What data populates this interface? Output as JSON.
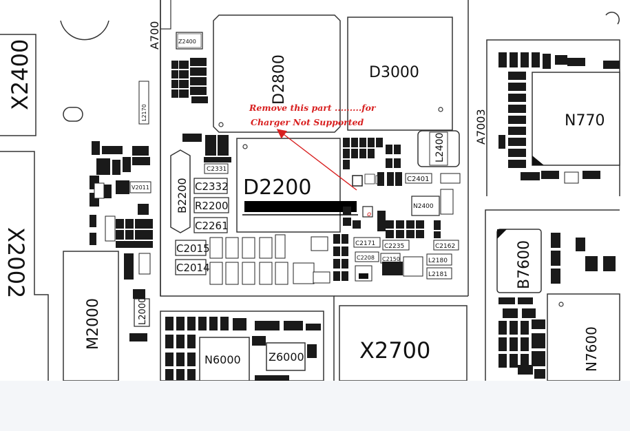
{
  "labels": {
    "x2400": "X2400",
    "a700": "A700",
    "z2400": "Z2400",
    "d2800": "D2800",
    "d3000": "D3000",
    "a7003": "A7003",
    "n770": "N770",
    "l2400": "L2400",
    "x2002": "X2002",
    "b2200": "B2200",
    "c2332": "C2332",
    "r2200": "R2200",
    "c2261": "C2261",
    "c2331": "C2331",
    "d2200": "D2200",
    "c2401": "C2401",
    "n2400": "N2400",
    "c2015": "C2015",
    "c2014": "C2014",
    "b7600": "B7600",
    "m2000": "M2000",
    "l2000": "L2000",
    "n6000": "N6000",
    "z6000": "Z6000",
    "x2700": "X2700",
    "n7600": "N7600",
    "c2235": "C2235",
    "c2171": "C2171",
    "c2162": "C2162",
    "l2180": "L2180",
    "l2181": "L2181",
    "c2208": "C2208",
    "c2150": "C2150",
    "v2011": "V2011",
    "l2170": "L2170"
  },
  "annotation": {
    "line1": "Remove this part  .........for",
    "line2": "Charger Not Supported"
  },
  "colors": {
    "annotation": "#d81f1f",
    "component": "#111111",
    "outline": "#333333"
  }
}
